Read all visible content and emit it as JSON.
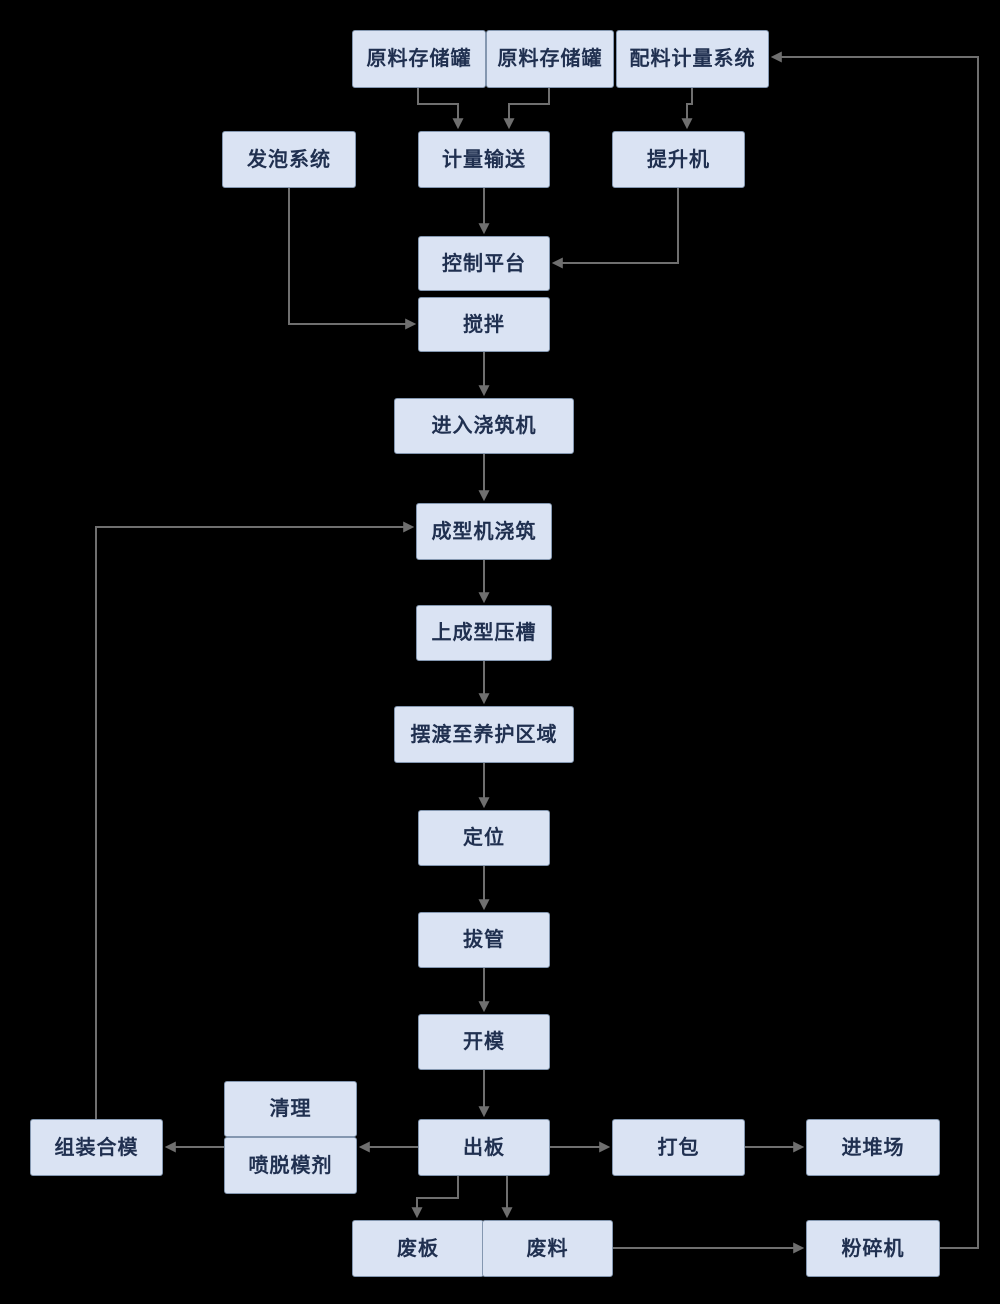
{
  "colors": {
    "background": "#000000",
    "node_fill": "#dae3f3",
    "node_border": "#8497b0",
    "node_text": "#203050",
    "connector": "#6f6f6f"
  },
  "nodes": {
    "raw_tank_1": {
      "label": "原料存储罐"
    },
    "raw_tank_2": {
      "label": "原料存储罐"
    },
    "batching_system": {
      "label": "配料计量系统"
    },
    "foaming_system": {
      "label": "发泡系统"
    },
    "metering_conveyor": {
      "label": "计量输送"
    },
    "hoist": {
      "label": "提升机"
    },
    "control_platform": {
      "label": "控制平台"
    },
    "mixing": {
      "label": "搅拌"
    },
    "enter_pouring_machine": {
      "label": "进入浇筑机"
    },
    "forming_machine_pouring": {
      "label": "成型机浇筑"
    },
    "forming_press_groove": {
      "label": "上成型压槽"
    },
    "ferry_to_curing_area": {
      "label": "摆渡至养护区域"
    },
    "positioning": {
      "label": "定位"
    },
    "tube_pulling": {
      "label": "拔管"
    },
    "mold_opening": {
      "label": "开模"
    },
    "cleaning": {
      "label": "清理"
    },
    "spray_release_agent": {
      "label": "喷脱模剂"
    },
    "assemble_mold": {
      "label": "组装合模"
    },
    "board_output": {
      "label": "出板"
    },
    "packing": {
      "label": "打包"
    },
    "stack_yard": {
      "label": "进堆场"
    },
    "waste_board": {
      "label": "废板"
    },
    "waste_material": {
      "label": "废料"
    },
    "crusher": {
      "label": "粉碎机"
    }
  }
}
